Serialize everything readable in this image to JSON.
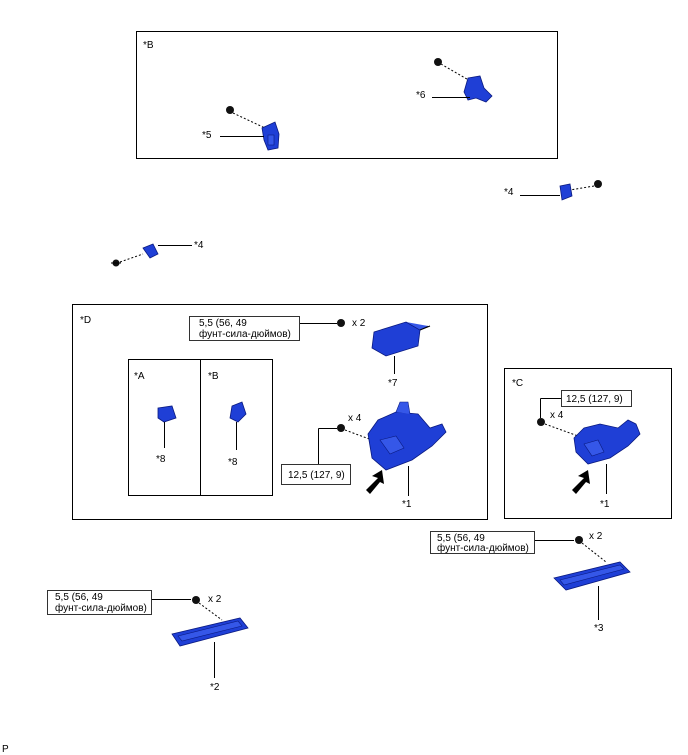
{
  "frames": {
    "frame_b_top": "*B",
    "frame_d": "*D",
    "frame_a": "*A",
    "frame_b_inner": "*B",
    "frame_c": "*C"
  },
  "callouts": {
    "c1a": "*1",
    "c1b": "*1",
    "c2": "*2",
    "c3": "*3",
    "c4a": "*4",
    "c4b": "*4",
    "c5": "*5",
    "c6": "*6",
    "c7": "*7",
    "c8a": "*8",
    "c8b": "*8"
  },
  "quantities": {
    "q7": "x 2",
    "q1d": "x 4",
    "q1c": "x 4",
    "q3": "x 2",
    "q2": "x 2"
  },
  "torques": {
    "t7_line1": "5,5 (56, 49",
    "t7_line2": "фунт-сила-дюймов)",
    "t1d": "12,5 (127, 9)",
    "t1c": "12,5 (127, 9)",
    "t3_line1": "5,5 (56, 49",
    "t3_line2": "фунт-сила-дюймов)",
    "t2_line1": "5,5 (56, 49",
    "t2_line2": "фунт-сила-дюймов)"
  },
  "corner_mark": "P",
  "colors": {
    "part": "#1f3fd6",
    "outline": "#000000"
  }
}
